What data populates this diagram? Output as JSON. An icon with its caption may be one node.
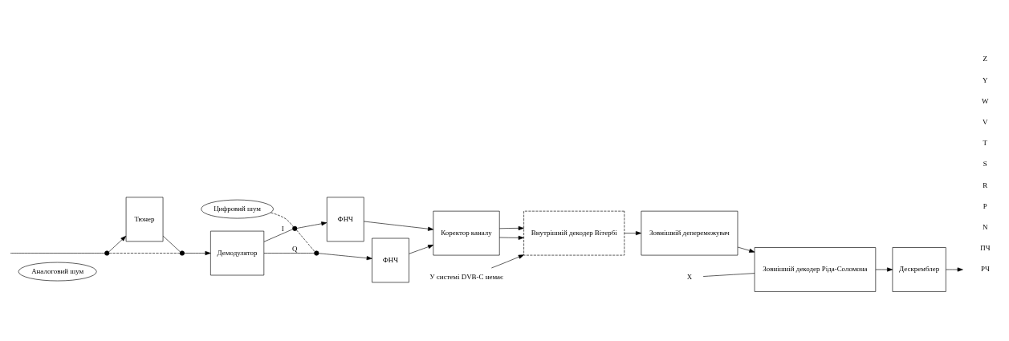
{
  "diagram": {
    "nodes": [
      {
        "text": [
          "Аналоговий шум"
        ]
      },
      {
        "text": [
          "Цифровий шум"
        ]
      },
      {
        "text": [
          "Тюнер"
        ]
      },
      {
        "text": [
          "Демодулятор"
        ]
      },
      {
        "text": [
          "ФНЧ"
        ]
      },
      {
        "text": [
          "ФНЧ"
        ]
      },
      {
        "text": [
          "Коректор каналу"
        ]
      },
      {
        "text": [
          "Внутрішній декодер Вітербі"
        ]
      },
      {
        "text": [
          "Зовнішній деперемежувач"
        ]
      },
      {
        "text": [
          "Зовнішній декодер Ріда-Соломона"
        ]
      },
      {
        "text": [
          "Дескремблер"
        ]
      },
      {
        "text": [
          "У системі DVB-C немає"
        ]
      },
      {
        "text": [
          "X"
        ]
      },
      {
        "text": [],
        "shape": "circle"
      },
      {
        "text": [],
        "shape": "circle"
      },
      {
        "text": [],
        "shape": "circle"
      },
      {
        "text": [],
        "shape": "circle"
      }
    ],
    "edges": [
      {
        "from": null,
        "to": 13,
        "arrow": "none"
      },
      {
        "from": 13,
        "to": 2,
        "arrow": "to"
      },
      {
        "from": 13,
        "to": 14,
        "arrow": "none",
        "style": "dashed"
      },
      {
        "from": 2,
        "to": 14,
        "arrow": "none"
      },
      {
        "from": 14,
        "to": 3,
        "arrow": "to"
      },
      {
        "from": 3,
        "to": 15,
        "arrow": "none",
        "label": "I"
      },
      {
        "from": 15,
        "to": 4,
        "arrow": "to"
      },
      {
        "from": 3,
        "to": 16,
        "arrow": "none",
        "label": "Q"
      },
      {
        "from": 16,
        "to": 5,
        "arrow": "to"
      },
      {
        "from": 1,
        "to": 15,
        "arrow": "none",
        "style": "dashed"
      },
      {
        "from": 15,
        "to": 16,
        "arrow": "none",
        "style": "dashed"
      },
      {
        "from": 4,
        "to": 6,
        "arrow": "to"
      },
      {
        "from": 5,
        "to": 6,
        "arrow": "to"
      },
      {
        "from": 6,
        "to": 7,
        "arrow": "to"
      },
      {
        "from": 6,
        "to": 7,
        "arrow": "to"
      },
      {
        "from": 7,
        "to": 8,
        "arrow": "to"
      },
      {
        "from": 8,
        "to": 9,
        "arrow": "to"
      },
      {
        "from": 9,
        "to": 10,
        "arrow": "to"
      },
      {
        "from": 10,
        "to": null,
        "arrow": "to"
      },
      {
        "from": 11,
        "to": 7,
        "arrow": "to"
      },
      {
        "from": 12,
        "to": 9,
        "arrow": "none"
      }
    ],
    "labels": [
      "РЧ",
      "ПЧ",
      "N",
      "P",
      "R",
      "S",
      "T",
      "V",
      "W",
      "Y",
      "Z"
    ]
  }
}
